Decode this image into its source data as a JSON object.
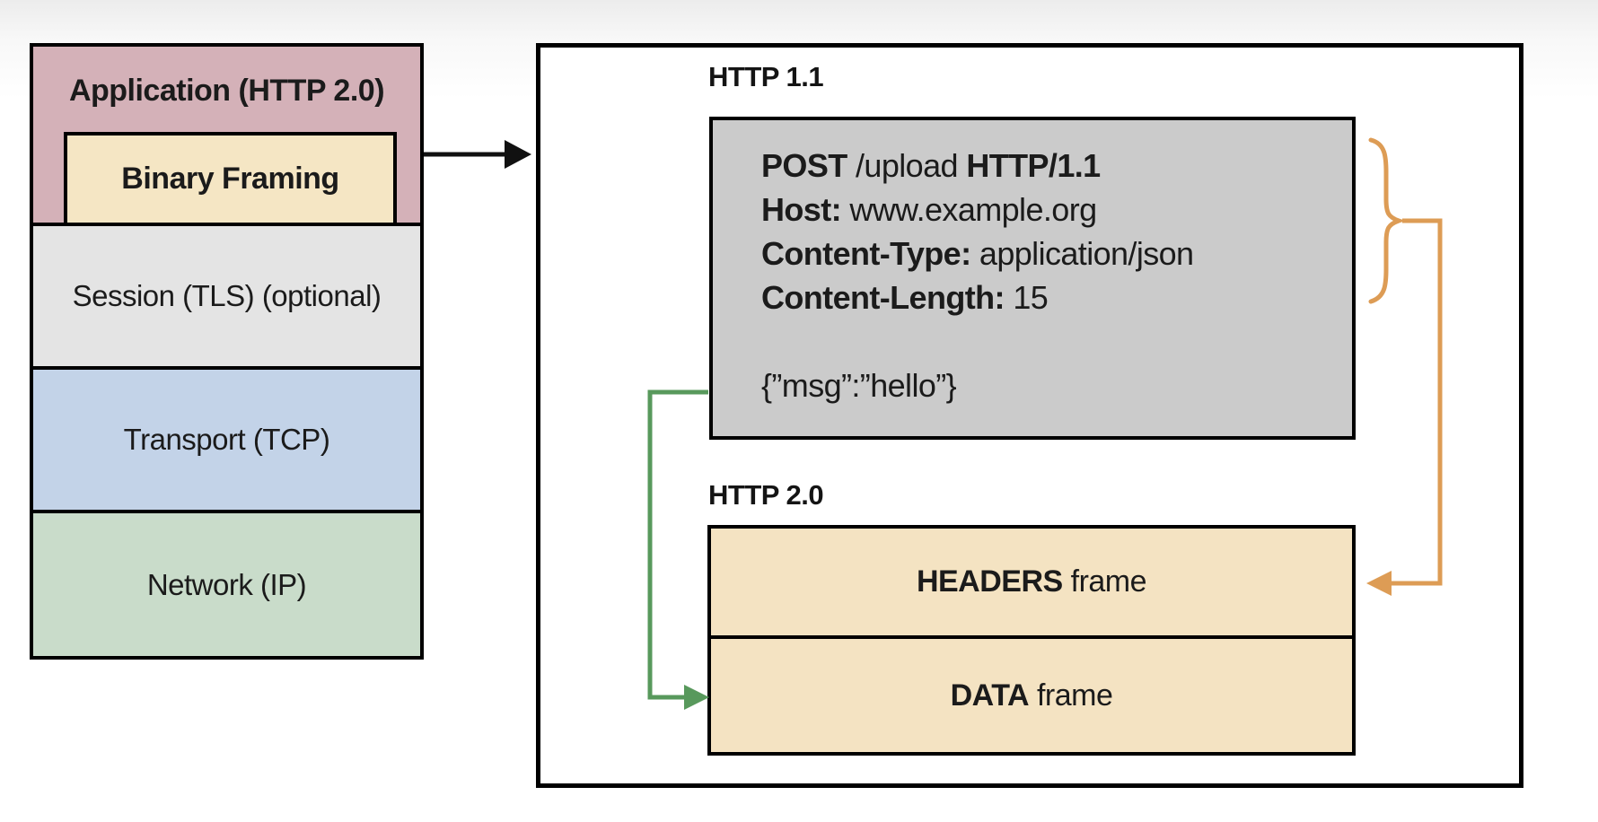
{
  "stack": {
    "application": {
      "label": "Application (HTTP 2.0)",
      "color": "#d4b1b8"
    },
    "binary_framing": {
      "label": "Binary Framing",
      "color": "#f5e6c4"
    },
    "session": {
      "label": "Session (TLS) (optional)",
      "color": "#e4e4e4"
    },
    "transport": {
      "label": "Transport (TCP)",
      "color": "#c3d3e8"
    },
    "network": {
      "label": "Network (IP)",
      "color": "#c9dcca"
    }
  },
  "http11": {
    "title": "HTTP 1.1",
    "request_box_color": "#cbcbcb",
    "request": {
      "method": "POST ",
      "path": "/upload ",
      "version": "HTTP/1.1",
      "host_label": "Host: ",
      "host_value": "www.example.org",
      "content_type_label": "Content-Type: ",
      "content_type_value": "application/json",
      "content_length_label": "Content-Length: ",
      "content_length_value": "15",
      "body": "{”msg”:”hello”}"
    }
  },
  "http2": {
    "title": "HTTP 2.0",
    "frame_color": "#f4e3c2",
    "headers_frame": {
      "bold": "HEADERS",
      "rest": " frame"
    },
    "data_frame": {
      "bold": "DATA",
      "rest": " frame"
    }
  },
  "connectors": {
    "stack_to_box_arrow_color": "#111111",
    "headers_mapping_color": "#dd9c55",
    "data_mapping_color": "#58995c"
  }
}
